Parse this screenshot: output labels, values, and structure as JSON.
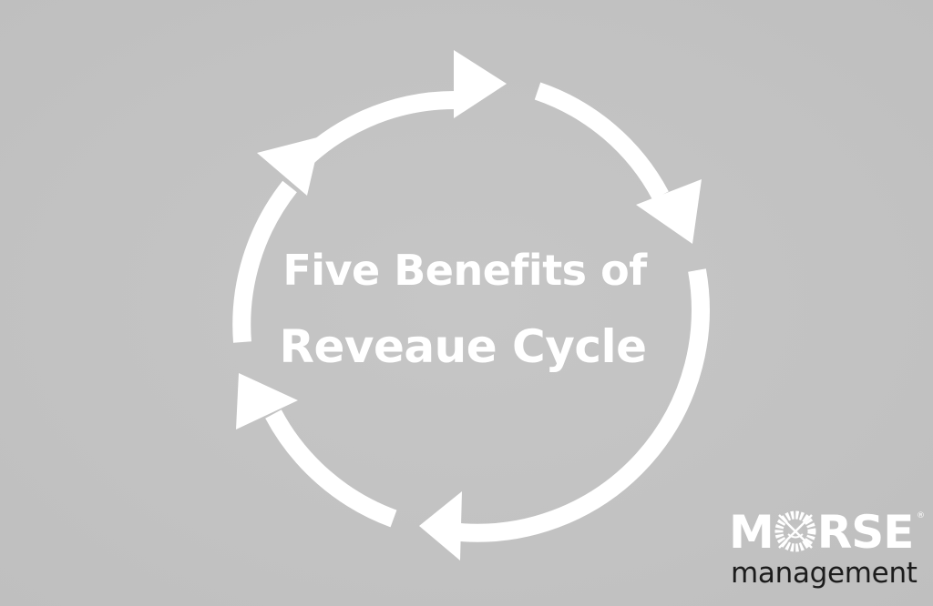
{
  "graphic": {
    "title_line1": "Five Benefits of",
    "title_line2": "Reveaue Cycle",
    "diagram_type": "circular-cycle-arrows",
    "arrow_count": 5,
    "colors": {
      "background": "#c3c3c3",
      "arrows": "#ffffff",
      "title_text": "#ffffff"
    }
  },
  "logo": {
    "brand_left": "M",
    "brand_right": "RSE",
    "registered_mark": "®",
    "tagline": "management",
    "colors": {
      "brand": "#ffffff",
      "tagline": "#1c1c1c"
    }
  }
}
